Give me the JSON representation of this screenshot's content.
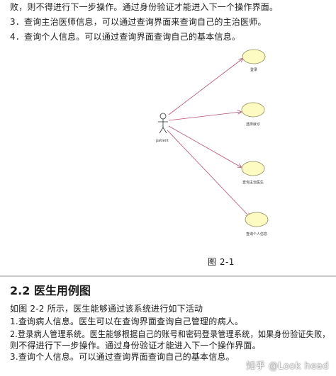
{
  "top_paragraphs": [
    "败，则不得进行下一步操作。通过身份验证才能进入下一个操作界面。",
    "3．查询主治医师信息，可以通过查询界面来查询自己的主治医师。",
    "4．查询个人信息。可以通过查询界面查询自己的基本信息。"
  ],
  "diagram": {
    "actor_label": "patient",
    "use_cases": [
      "登录",
      "选择就诊",
      "查询主治医生",
      "查询个人信息"
    ],
    "caption": "图 2-1"
  },
  "section": {
    "heading": "2.2 医生用例图",
    "paragraphs": [
      "如图 2-2 所示，医生能够通过该系统进行如下活动",
      "1.查询病人信息。医生可以在查询界面查询自己管理的病人。",
      "2.登录病人管理系统。医生能够根据自己的账号和密码登录管理系统，如果身份验证失败，",
      "则不得进行下一步操作。通过身份验证才能进入下一个操作界面。",
      "3.查询个人信息。可以通过查询界面查询自己的基本信息。"
    ]
  },
  "watermark": "知乎 @Look head",
  "colors": {
    "use_case_fill": "#fdfbc2",
    "use_case_stroke": "#8a8a55",
    "arrow": "#b5506a"
  }
}
